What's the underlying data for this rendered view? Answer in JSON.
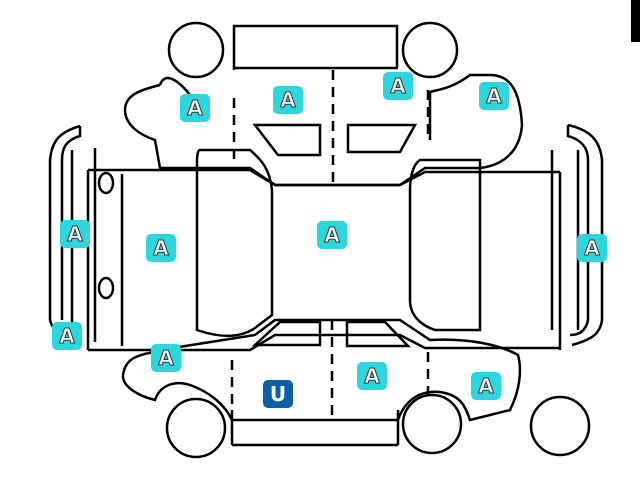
{
  "colors": {
    "damage_a": "#2cd6dc",
    "damage_u": "#0b5fa6",
    "outline": "#000000"
  },
  "markers": [
    {
      "label": "A",
      "area": "left-front-fender"
    },
    {
      "label": "A",
      "area": "left-front-door"
    },
    {
      "label": "A",
      "area": "left-rear-door"
    },
    {
      "label": "A",
      "area": "left-rear-quarter"
    },
    {
      "label": "A",
      "area": "front-bumper"
    },
    {
      "label": "A",
      "area": "hood"
    },
    {
      "label": "A",
      "area": "roof"
    },
    {
      "label": "A",
      "area": "rear-bumper"
    },
    {
      "label": "A",
      "area": "front-bumper-corner"
    },
    {
      "label": "A",
      "area": "right-front-fender"
    },
    {
      "label": "U",
      "area": "right-front-door"
    },
    {
      "label": "A",
      "area": "right-rear-door"
    },
    {
      "label": "A",
      "area": "right-rear-quarter"
    }
  ]
}
